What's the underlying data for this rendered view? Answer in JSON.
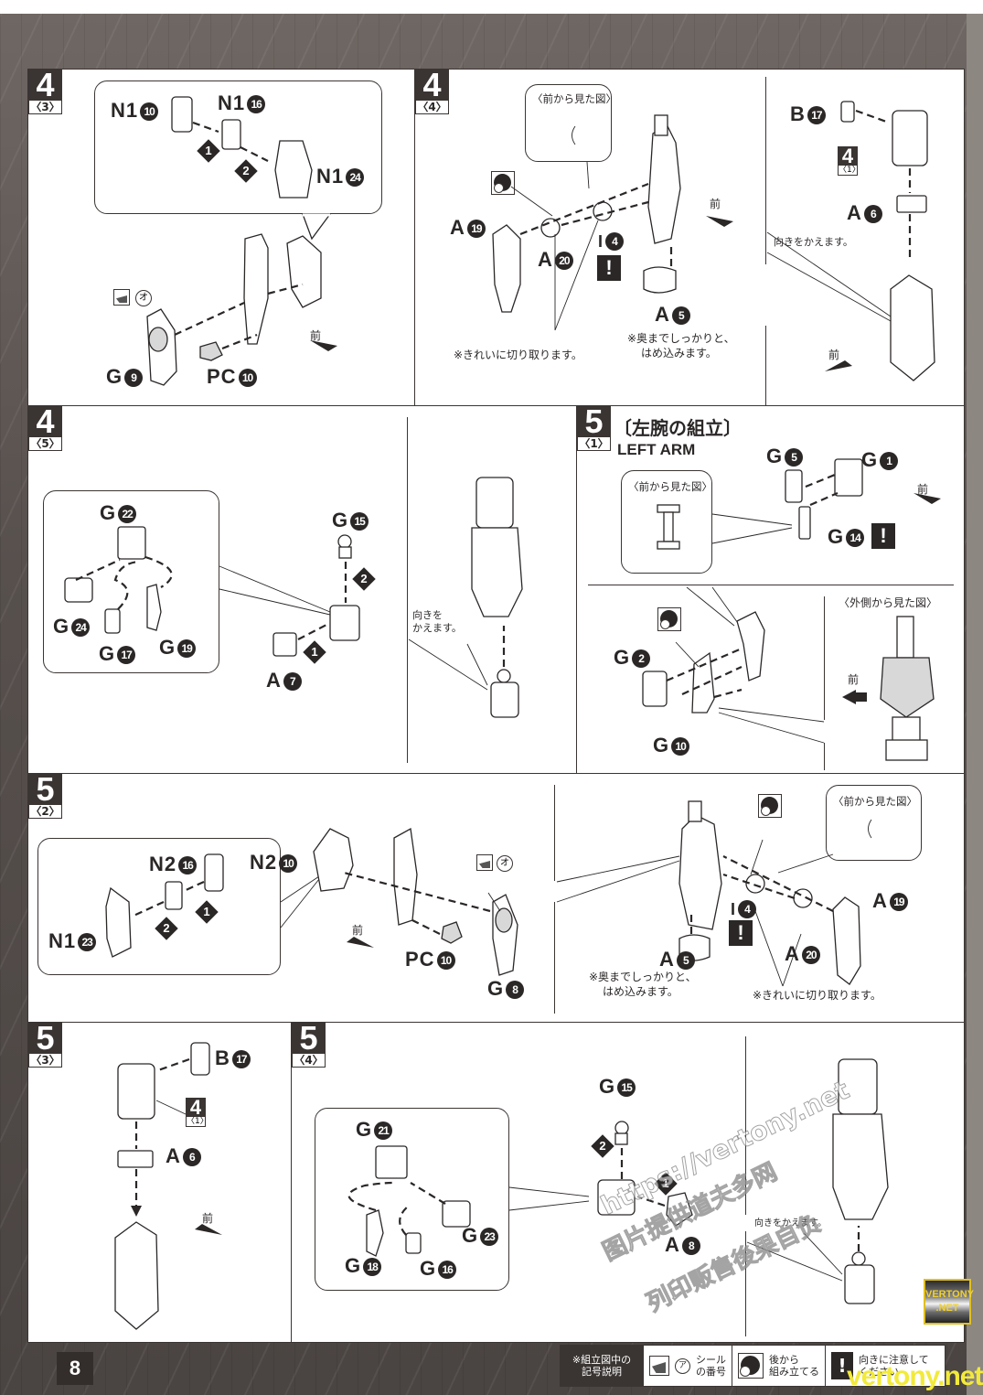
{
  "page_number": "8",
  "front_label": "前",
  "turn_note": "向きをかえます。",
  "turn_note_split": [
    "向きを",
    "かえます。"
  ],
  "front_view_title": "〈前から見た図〉",
  "outside_view_title": "〈外側から見た図〉",
  "notes": {
    "cut_clean": "※きれいに切り取ります。",
    "press_firm_1": "※奥までしっかりと、",
    "press_firm_2": "はめ込みます。"
  },
  "steps": {
    "s4_3": {
      "step": "4",
      "sub": "〈3〉",
      "parts": [
        {
          "runner": "N1",
          "num": "10"
        },
        {
          "runner": "N1",
          "num": "16"
        },
        {
          "runner": "N1",
          "num": "24"
        },
        {
          "runner": "G",
          "num": "9"
        },
        {
          "runner": "PC",
          "num": "10"
        }
      ],
      "order": [
        "1",
        "2"
      ],
      "sticker": "オ"
    },
    "s4_4": {
      "step": "4",
      "sub": "〈4〉",
      "parts": [
        {
          "runner": "A",
          "num": "19"
        },
        {
          "runner": "A",
          "num": "20"
        },
        {
          "runner": "I",
          "num": "4"
        },
        {
          "runner": "A",
          "num": "5"
        }
      ],
      "warning": "!"
    },
    "s4_4b": {
      "parts": [
        {
          "runner": "B",
          "num": "17"
        },
        {
          "runner": "A",
          "num": "6"
        }
      ],
      "ref_step": "4",
      "ref_sub": "〈1〉"
    },
    "s4_5": {
      "step": "4",
      "sub": "〈5〉",
      "parts": [
        {
          "runner": "G",
          "num": "22"
        },
        {
          "runner": "G",
          "num": "24"
        },
        {
          "runner": "G",
          "num": "17"
        },
        {
          "runner": "G",
          "num": "19"
        },
        {
          "runner": "G",
          "num": "15"
        },
        {
          "runner": "A",
          "num": "7"
        }
      ],
      "order": [
        "1",
        "2"
      ]
    },
    "s5_1": {
      "step": "5",
      "sub": "〈1〉",
      "title_jp": "〔左腕の組立〕",
      "title_en": "LEFT ARM",
      "parts": [
        {
          "runner": "G",
          "num": "5"
        },
        {
          "runner": "G",
          "num": "1"
        },
        {
          "runner": "G",
          "num": "14"
        },
        {
          "runner": "G",
          "num": "2"
        },
        {
          "runner": "G",
          "num": "10"
        }
      ],
      "warning": "!"
    },
    "s5_2": {
      "step": "5",
      "sub": "〈2〉",
      "parts": [
        {
          "runner": "N2",
          "num": "16"
        },
        {
          "runner": "N2",
          "num": "10"
        },
        {
          "runner": "N1",
          "num": "23"
        },
        {
          "runner": "PC",
          "num": "10"
        },
        {
          "runner": "G",
          "num": "8"
        },
        {
          "runner": "A",
          "num": "19"
        },
        {
          "runner": "I",
          "num": "4"
        },
        {
          "runner": "A",
          "num": "20"
        },
        {
          "runner": "A",
          "num": "5"
        }
      ],
      "order": [
        "1",
        "2"
      ],
      "sticker": "オ",
      "warning": "!"
    },
    "s5_3": {
      "step": "5",
      "sub": "〈3〉",
      "parts": [
        {
          "runner": "B",
          "num": "17"
        },
        {
          "runner": "A",
          "num": "6"
        }
      ],
      "ref_step": "4",
      "ref_sub": "〈1〉"
    },
    "s5_4": {
      "step": "5",
      "sub": "〈4〉",
      "parts": [
        {
          "runner": "G",
          "num": "21"
        },
        {
          "runner": "G",
          "num": "23"
        },
        {
          "runner": "G",
          "num": "18"
        },
        {
          "runner": "G",
          "num": "16"
        },
        {
          "runner": "G",
          "num": "15"
        },
        {
          "runner": "A",
          "num": "8"
        }
      ],
      "order": [
        "1",
        "2"
      ]
    }
  },
  "legend": {
    "title_1": "※組立図中の",
    "title_2": "記号説明",
    "sticker_letter": "ア",
    "sticker_1": "シール",
    "sticker_2": "の番号",
    "back_1": "後から",
    "back_2": "組み立てる",
    "warn_symbol": "!",
    "warn_1": "向きに注意して",
    "warn_2": "ください"
  },
  "watermark": {
    "url": "https://vertony.net",
    "line2": "图片提供道夫多网",
    "line3": "列印贩售後果自负",
    "logo_1": "VERTONY",
    "logo_2": ".NET",
    "corner": "vertony.net"
  }
}
